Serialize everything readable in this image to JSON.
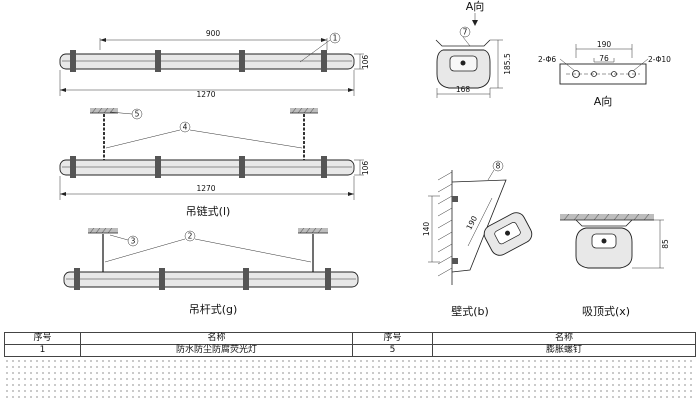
{
  "labels": {
    "view_a_top": "A向",
    "view_a_bottom": "A向",
    "chain_caption": "吊链式(l)",
    "rod_caption": "吊杆式(g)",
    "wall_caption": "壁式(b)",
    "ceiling_caption": "吸顶式(x)"
  },
  "dimensions": {
    "top_span": "900",
    "top_height": "106",
    "top_length": "1270",
    "chain_height": "106",
    "chain_length": "1270",
    "side_height": "185.5",
    "side_width": "168",
    "mount_span": "190",
    "mount_inner": "76",
    "hole_left": "2-Φ6",
    "hole_right": "2-Φ10",
    "wall_height": "140",
    "wall_diag": "190",
    "ceiling_height": "85"
  },
  "callouts": {
    "c1": "1",
    "c2": "2",
    "c3": "3",
    "c4": "4",
    "c5": "5",
    "c7": "7",
    "c8": "8"
  },
  "table": {
    "headers": [
      "序号",
      "名称",
      "序号",
      "名称"
    ],
    "rows": [
      [
        "1",
        "防水防尘防腐荧光灯",
        "5",
        "膨胀螺钉"
      ]
    ]
  }
}
